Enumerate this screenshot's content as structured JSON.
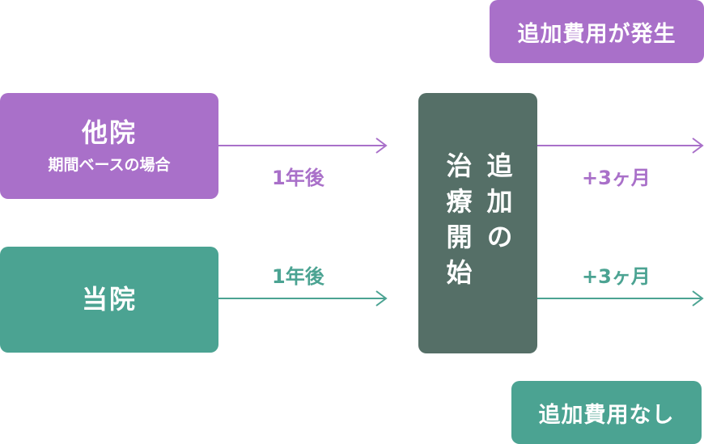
{
  "nodes": {
    "other_clinic": {
      "title": "他院",
      "subtitle": "期間ベースの場合"
    },
    "our_clinic": {
      "title": "当院"
    },
    "center": {
      "col1": "追加の",
      "col2": "治療開始"
    },
    "extra_cost": "追加費用が発生",
    "no_extra_cost": "追加費用なし"
  },
  "edges": {
    "other_to_center": "1年後",
    "ours_to_center": "1年後",
    "center_to_extra": "+3ヶ月",
    "center_to_noextra": "+3ヶ月"
  },
  "colors": {
    "purple": "#a970c9",
    "teal": "#4ba392",
    "dark": "#556f67"
  }
}
